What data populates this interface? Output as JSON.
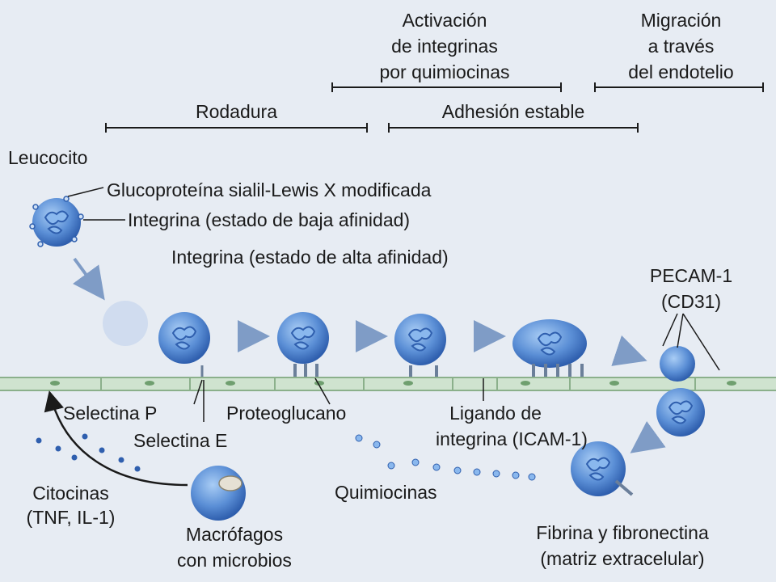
{
  "phases": {
    "activation": [
      "Activación",
      "de integrinas",
      "por quimiocinas"
    ],
    "migration": [
      "Migración",
      "a través",
      "del endotelio"
    ],
    "rolling": "Rodadura",
    "adhesion": "Adhesión estable"
  },
  "labels": {
    "leukocyte": "Leucocito",
    "glycoprotein": "Glucoproteína sialil-Lewis X modificada",
    "integrin_low": "Integrina (estado de baja afinidad)",
    "integrin_high": "Integrina (estado de alta afinidad)",
    "pecam": [
      "PECAM-1",
      "(CD31)"
    ],
    "selectin_p": "Selectina P",
    "selectin_e": "Selectina E",
    "proteoglycan": "Proteoglucano",
    "ligand": [
      "Ligando de",
      "integrina (ICAM-1)"
    ],
    "chemokines": "Quimiocinas",
    "cytokines": [
      "Citocinas",
      "(TNF, IL-1)"
    ],
    "macrophages": [
      "Macrófagos",
      "con microbios"
    ],
    "matrix": [
      "Fibrina y fibronectina",
      "(matriz extracelular)"
    ]
  },
  "colors": {
    "cell": "#5b8fd6",
    "cell_dark": "#2f5fae",
    "nucleus": "#8ab8ee",
    "endothelium": "#cfe3cf",
    "text": "#1a1a1a"
  }
}
